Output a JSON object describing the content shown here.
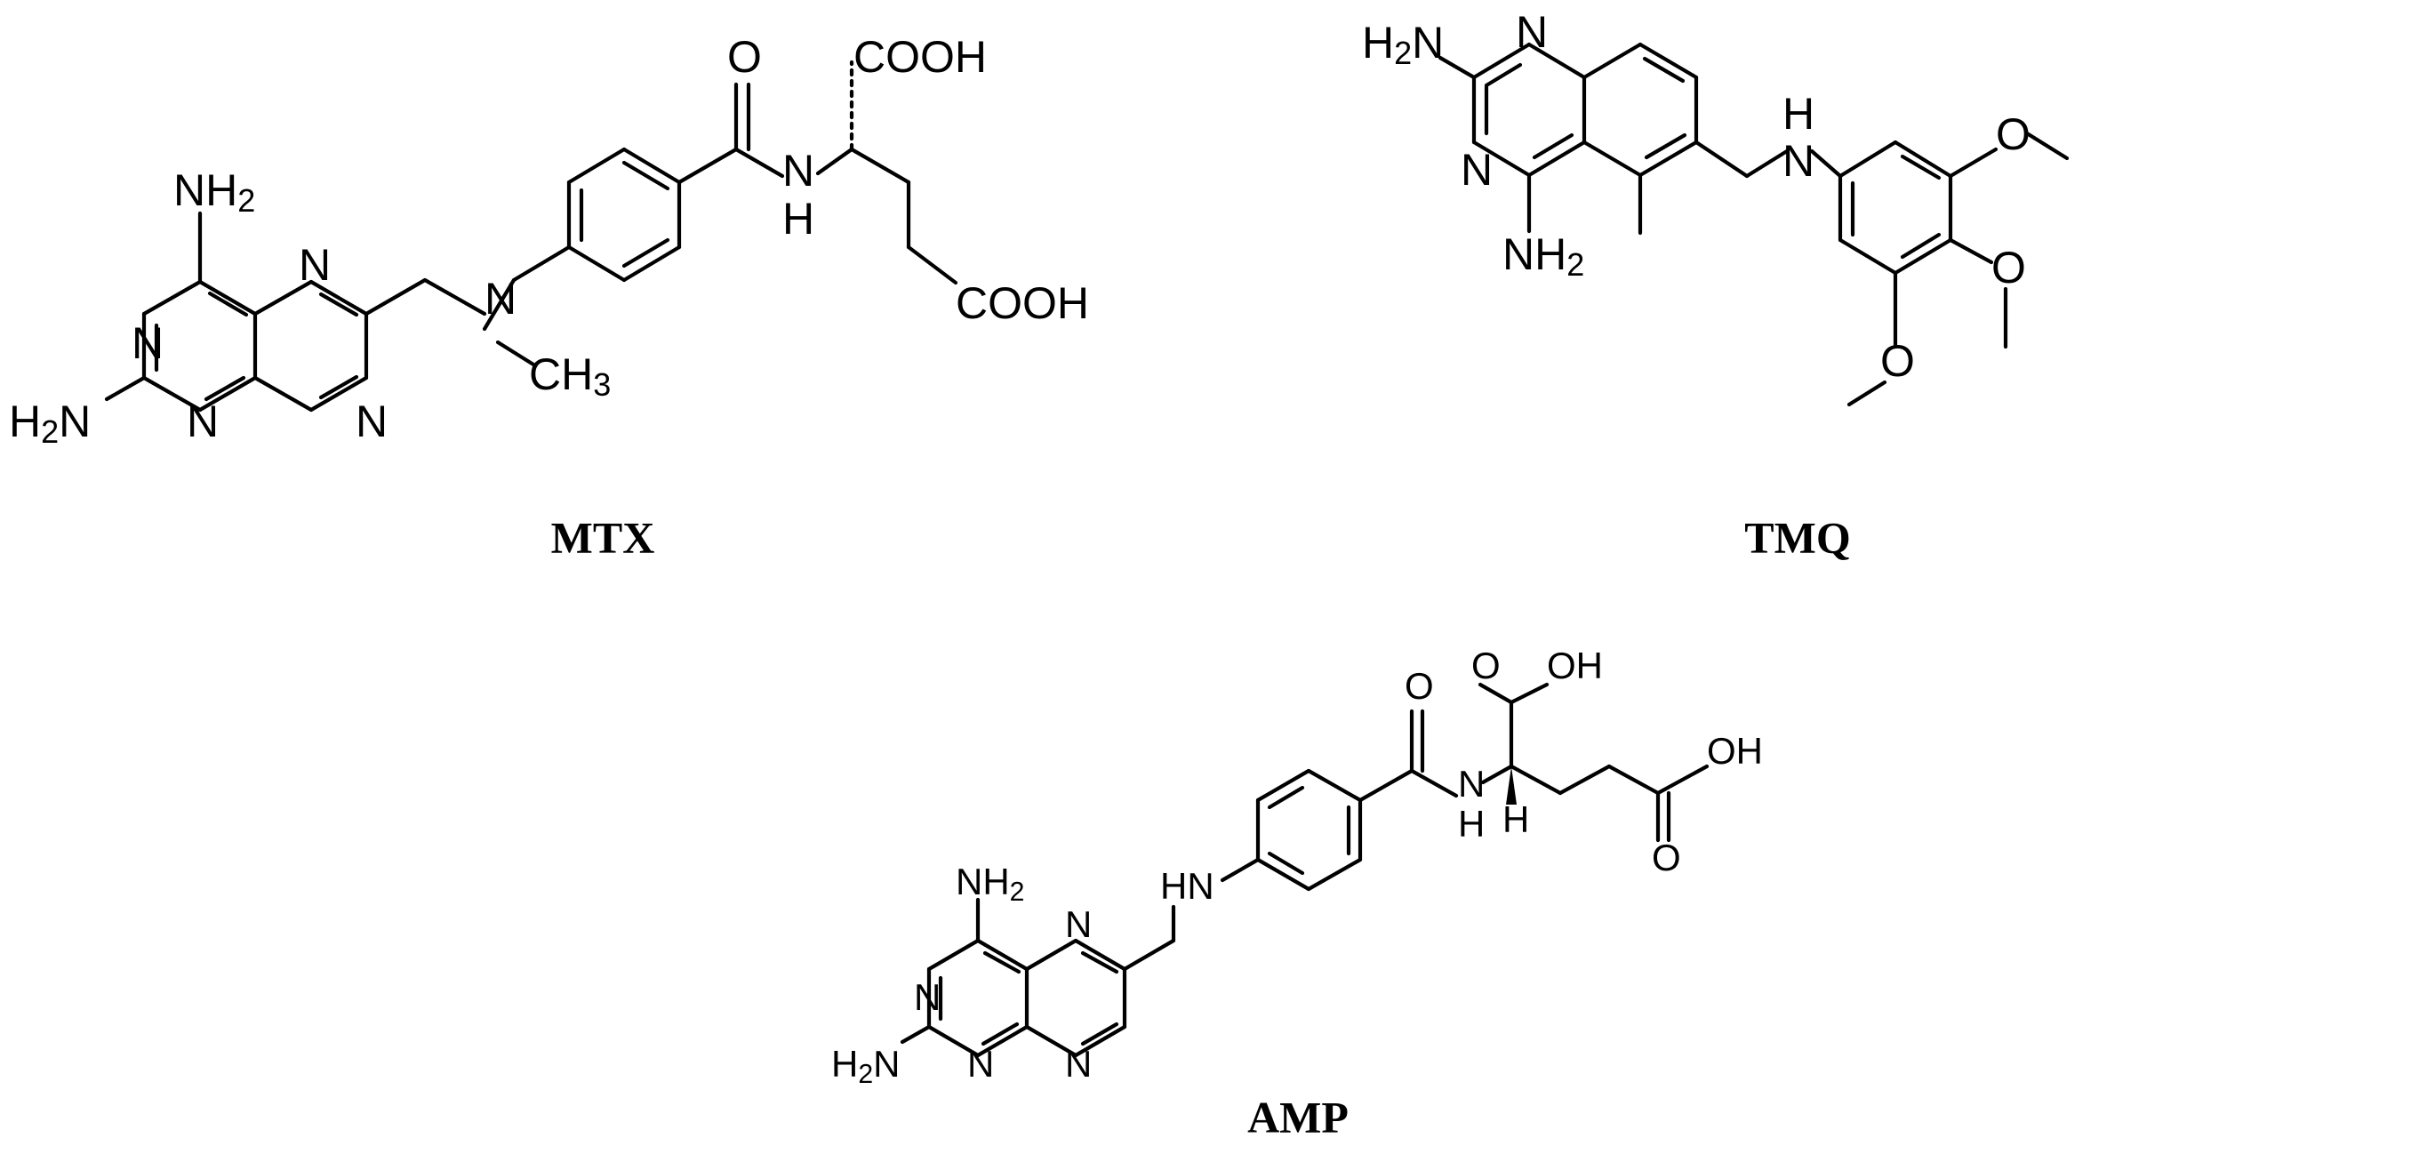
{
  "molecules": [
    {
      "caption": "MTX",
      "labels": {
        "nh2_top": "NH2",
        "n_left": "N",
        "n_pyrazine_top": "N",
        "h2n": "H2N",
        "n_bottom_left": "N",
        "n_bottom_right": "N",
        "n_amine": "N",
        "ch3": "CH3",
        "o": "O",
        "nh_n": "N",
        "nh_h": "H",
        "cooh_top": "COOH",
        "cooh_bottom": "COOH"
      }
    },
    {
      "caption": "TMQ",
      "labels": {
        "h2n": "H2N",
        "n_top": "N",
        "n_left": "N",
        "nh2": "NH2",
        "nh_h": "H",
        "nh_n": "N",
        "o1": "O",
        "o2": "O",
        "o3": "O"
      }
    },
    {
      "caption": "AMP",
      "labels": {
        "nh2": "NH2",
        "n_left": "N",
        "n_pyrazine_top": "N",
        "h2n": "H2N",
        "n_bottom_left": "N",
        "n_bottom_right": "N",
        "hn": "HN",
        "o_amide": "O",
        "nh_n": "N",
        "nh_h": "H",
        "h_stereo": "H",
        "o_acid_top": "O",
        "oh_top": "OH",
        "oh_right": "OH",
        "o_acid_bottom": "O"
      }
    }
  ]
}
